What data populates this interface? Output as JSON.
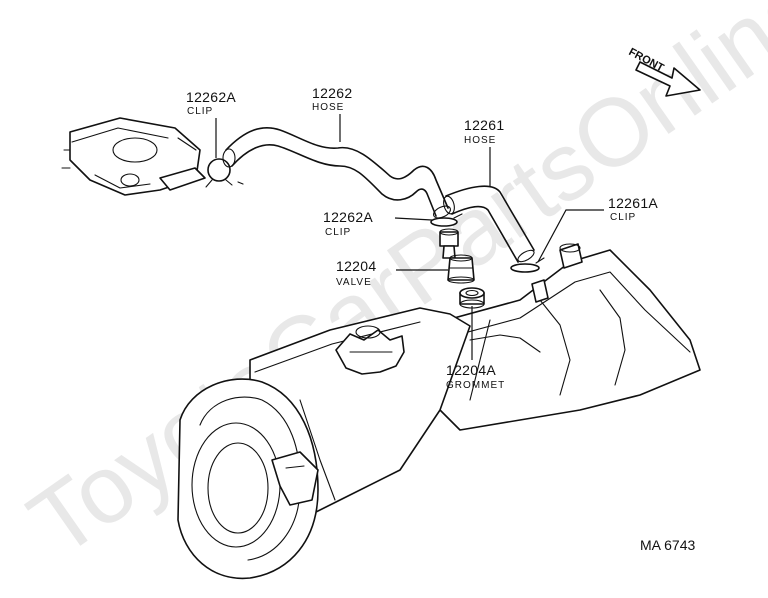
{
  "watermark": "ToyotaCarPartsOnline",
  "front_label": "FRONT",
  "drawing_code": "MA 6743",
  "callouts": {
    "clip_a_left": {
      "number": "12262A",
      "name": "CLIP"
    },
    "hose_12262": {
      "number": "12262",
      "name": "HOSE"
    },
    "hose_12261": {
      "number": "12261",
      "name": "HOSE"
    },
    "clip_a_center": {
      "number": "12262A",
      "name": "CLIP"
    },
    "clip_12261a": {
      "number": "12261A",
      "name": "CLIP"
    },
    "valve": {
      "number": "12204",
      "name": "VALVE"
    },
    "grommet": {
      "number": "12204A",
      "name": "GROMMET"
    }
  }
}
